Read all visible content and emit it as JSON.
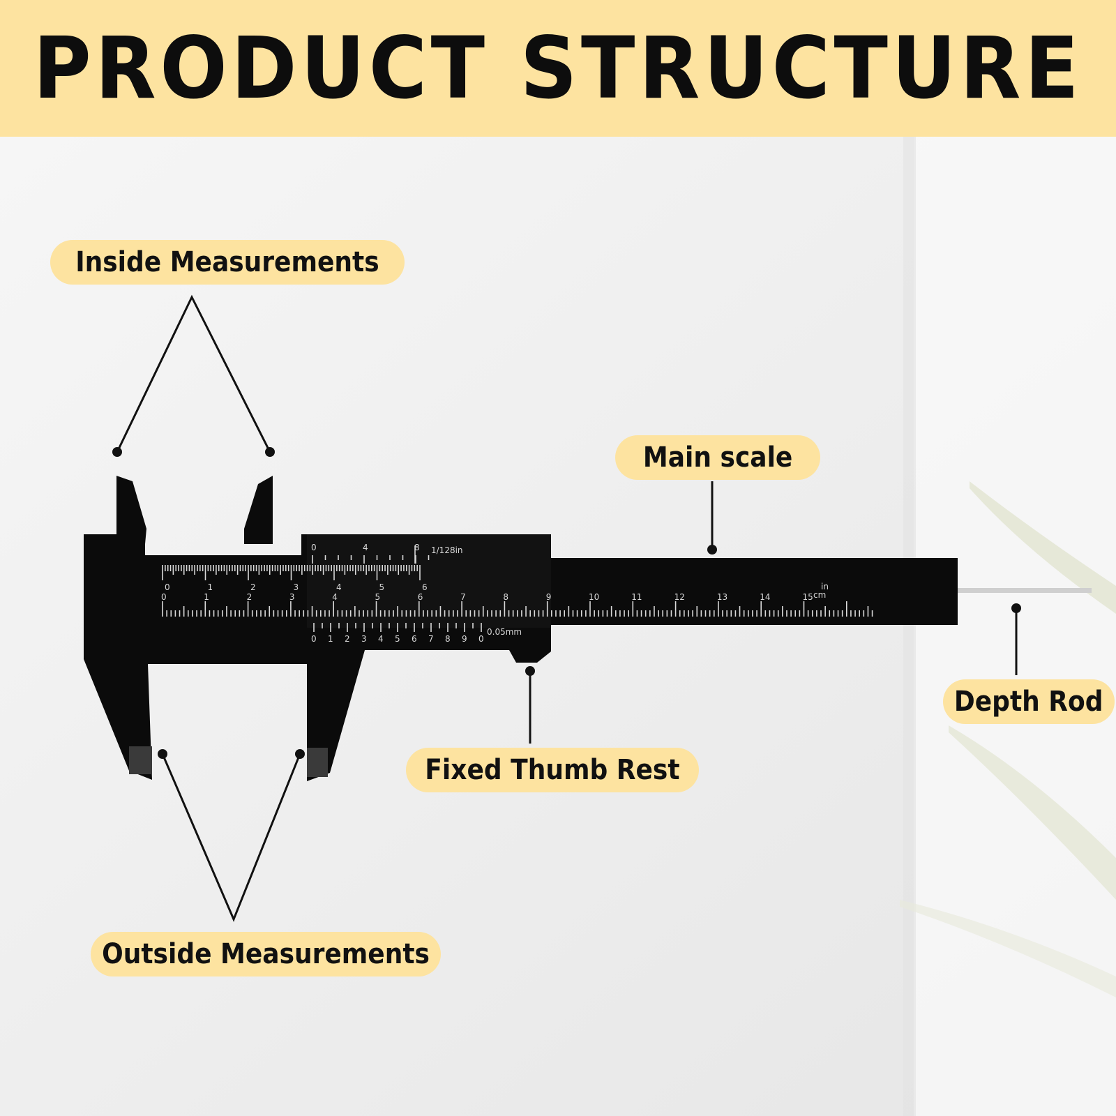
{
  "title": "PRODUCT STRUCTURE",
  "labels": {
    "inside": "Inside Measurements",
    "main_scale": "Main scale",
    "depth_rod": "Depth Rod",
    "thumb_rest": "Fixed Thumb Rest",
    "outside": "Outside Measurements"
  },
  "caliper": {
    "inch_scale_label": "1/128in",
    "vernier_unit": "0.05mm",
    "unit_in": "in",
    "unit_cm": "cm",
    "vernier_inch_numbers": [
      "0",
      "4",
      "8"
    ],
    "inch_numbers": [
      "0",
      "1",
      "2",
      "3",
      "4",
      "5",
      "6"
    ],
    "cm_numbers": [
      "0",
      "1",
      "2",
      "3",
      "4",
      "5",
      "6",
      "7",
      "8",
      "9",
      "10",
      "11",
      "12",
      "13",
      "14",
      "15"
    ],
    "vernier_numbers": [
      "0",
      "1",
      "2",
      "3",
      "4",
      "5",
      "6",
      "7",
      "8",
      "9",
      "0"
    ]
  },
  "colors": {
    "accent": "#fde3a0",
    "caliper": "#0b0b0b",
    "scale_marks": "#d9d9d9",
    "background": "#f1f1f1"
  }
}
